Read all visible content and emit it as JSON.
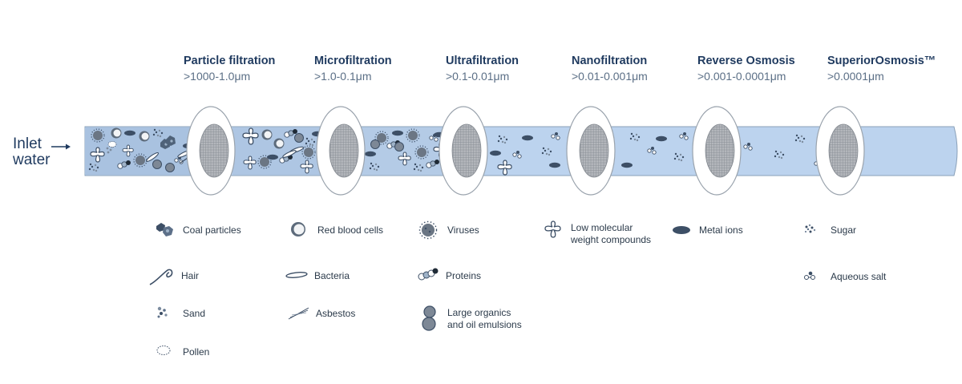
{
  "inlet": {
    "line1": "Inlet",
    "line2": "water"
  },
  "stages": [
    {
      "title": "Particle filtration",
      "range": ">1000-1.0μm"
    },
    {
      "title": "Microfiltration",
      "range": ">1.0-0.1μm"
    },
    {
      "title": "Ultrafiltration",
      "range": ">0.1-0.01μm"
    },
    {
      "title": "Nanofiltration",
      "range": ">0.01-0.001μm"
    },
    {
      "title": "Reverse Osmosis",
      "range": ">0.001-0.0001μm"
    },
    {
      "title": "SuperiorOsmosis™",
      "range": ">0.0001μm"
    }
  ],
  "legend": [
    {
      "label": "Coal particles",
      "icon": "coal-particles-icon"
    },
    {
      "label": "Hair",
      "icon": "hair-icon"
    },
    {
      "label": "Sand",
      "icon": "sand-icon"
    },
    {
      "label": "Pollen",
      "icon": "pollen-icon"
    },
    {
      "label": "Red blood cells",
      "icon": "red-blood-cell-icon"
    },
    {
      "label": "Bacteria",
      "icon": "bacteria-icon"
    },
    {
      "label": "Asbestos",
      "icon": "asbestos-icon"
    },
    {
      "label": "Viruses",
      "icon": "virus-icon"
    },
    {
      "label": "Proteins",
      "icon": "protein-icon"
    },
    {
      "label": "Large organics\nand oil emulsions",
      "icon": "large-organics-icon"
    },
    {
      "label": "Low molecular\nweight compounds",
      "icon": "low-molecular-compound-icon"
    },
    {
      "label": "Metal ions",
      "icon": "metal-ion-icon"
    },
    {
      "label": "Sugar",
      "icon": "sugar-icon"
    },
    {
      "label": "Aqueous salt",
      "icon": "aqueous-salt-icon"
    }
  ],
  "colors": {
    "pipe_fill": "#bcd3ee",
    "pipe_stroke": "#8aa0b8",
    "filter_ring": "#ffffff",
    "filter_stroke": "#9aa3ad",
    "mesh_fill": "#b4b7bc",
    "particle_dark": "#3d4f66",
    "particle_mid": "#7d8da0",
    "title_color": "#1f3a5f"
  }
}
